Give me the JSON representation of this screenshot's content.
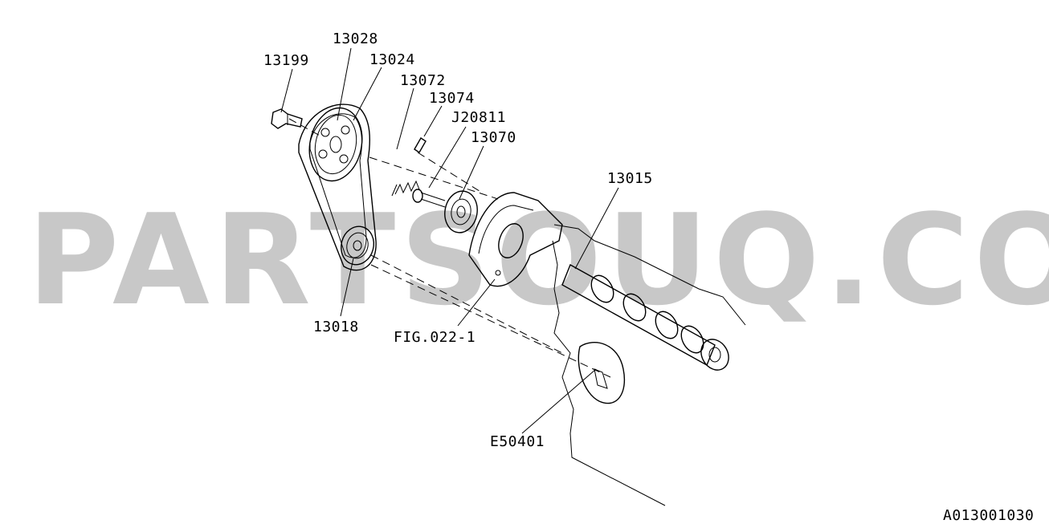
{
  "watermark": {
    "text": "PARTSOUQ.COM",
    "color": "#c8c8c8"
  },
  "diagram_code": "A013001030",
  "callouts": [
    {
      "id": "13028",
      "text": "13028"
    },
    {
      "id": "13199",
      "text": "13199"
    },
    {
      "id": "13024",
      "text": "13024"
    },
    {
      "id": "13072",
      "text": "13072"
    },
    {
      "id": "13074",
      "text": "13074"
    },
    {
      "id": "J20811",
      "text": "J20811"
    },
    {
      "id": "13070",
      "text": "13070"
    },
    {
      "id": "13015",
      "text": "13015"
    },
    {
      "id": "13018",
      "text": "13018"
    },
    {
      "id": "FIG.022-1",
      "text": "FIG.022-1"
    },
    {
      "id": "E50401",
      "text": "E50401"
    }
  ]
}
